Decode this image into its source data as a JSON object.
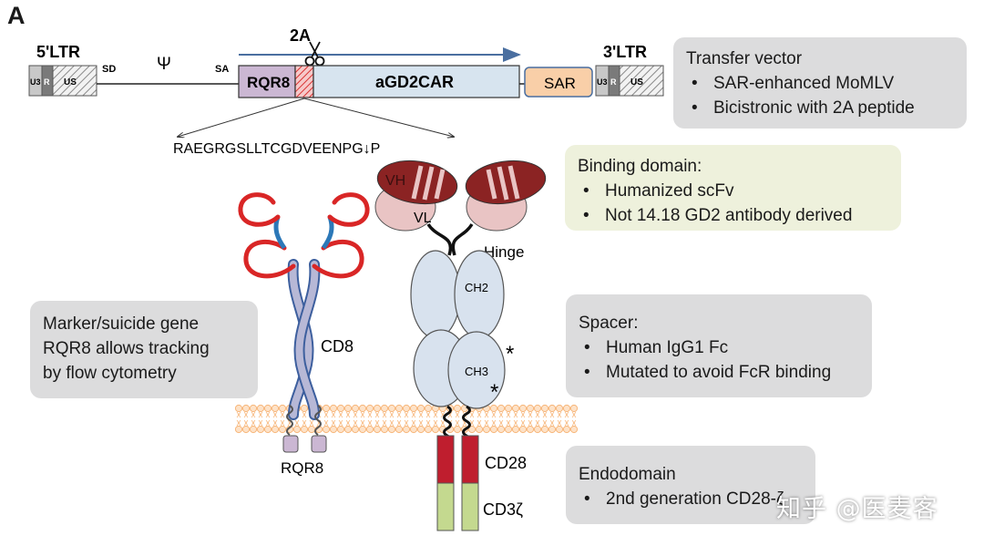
{
  "panel_label": "A",
  "vector": {
    "ltr5_label": "5'LTR",
    "ltr3_label": "3'LTR",
    "u3": "U3",
    "r": "R",
    "us": "US",
    "sd": "SD",
    "psi": "Ψ",
    "sa": "SA",
    "twoA": "2A",
    "rqr8": "RQR8",
    "car": "aGD2CAR",
    "sar": "SAR",
    "peptide": "RAEGRGSLLTCGDVEENPG↓P"
  },
  "protein": {
    "vh": "VH",
    "vl": "VL",
    "hinge": "Hinge",
    "ch2": "CH2",
    "ch3": "CH3",
    "star": "*",
    "cd28": "CD28",
    "cd3z": "CD3ζ",
    "cd8": "CD8",
    "rqr8": "RQR8"
  },
  "boxes": {
    "transfer": {
      "title": "Transfer vector",
      "items": [
        "SAR-enhanced MoMLV",
        "Bicistronic with 2A peptide"
      ]
    },
    "binding": {
      "title": "Binding domain:",
      "items": [
        "Humanized scFv",
        "Not 14.18 GD2 antibody derived"
      ]
    },
    "spacer": {
      "title": "Spacer:",
      "items": [
        "Human IgG1 Fc",
        "Mutated to avoid FcR binding"
      ]
    },
    "endo": {
      "title": "Endodomain",
      "items": [
        "2nd generation CD28-ζ"
      ]
    },
    "marker": {
      "lines": [
        "Marker/suicide gene",
        "RQR8 allows tracking",
        "by flow cytometry"
      ]
    }
  },
  "watermark": "知乎 @医麦客",
  "colors": {
    "rqr8_fill": "#cbb7d3",
    "car_fill": "#d7e4ef",
    "sar_fill": "#f9cfa8",
    "arrow": "#4a6fa0",
    "stalk": "#b7b8d6",
    "stalk_edge": "#3d5f9e",
    "loop_red": "#d92626",
    "loop_blue": "#2c78b8",
    "ig_fill": "#d8e2ee",
    "scfv_dark": "#8b2323",
    "scfv_light": "#e9c4c4",
    "cd28_fill": "#bf1e2e",
    "cd3z_fill": "#c4d98f",
    "membrane": "#f7b67a",
    "box_gray": "#dcdcdd",
    "box_green": "#eef1dc"
  }
}
